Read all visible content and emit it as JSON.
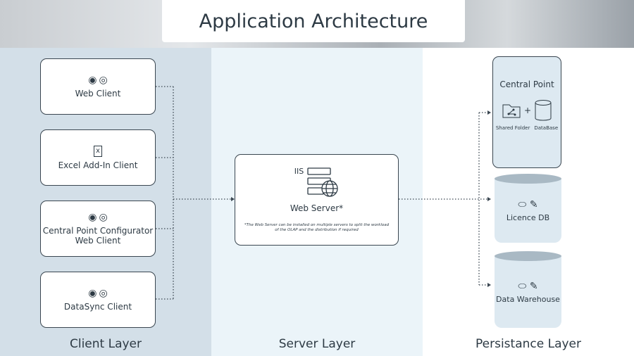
{
  "title": "Application Architecture",
  "layers": {
    "client": "Client Layer",
    "server": "Server Layer",
    "persistence": "Persistance Layer"
  },
  "clients": [
    {
      "label": "Web Client",
      "icons": [
        "chrome-icon",
        "edge-icon"
      ]
    },
    {
      "label": "Excel Add-In Client",
      "icons": [
        "excel-icon"
      ]
    },
    {
      "label": "Central Point Configurator Web Client",
      "icons": [
        "chrome-icon",
        "edge-icon"
      ]
    },
    {
      "label": "DataSync Client",
      "icons": [
        "chrome-icon",
        "edge-icon"
      ]
    }
  ],
  "server": {
    "iis": "IIS",
    "label": "Web Server*",
    "note": "*The Web Server can be installed on multiple servers to split the workload of the OLAP and the distribution if required"
  },
  "central_point": {
    "title": "Central Point",
    "shared_folder": "Shared Folder",
    "plus": "+",
    "database": "DataBase"
  },
  "licence_db": "Licence DB",
  "data_warehouse": "Data Warehouse",
  "colors": {
    "client_bg": "#d3dfe8",
    "server_bg": "#ebf4f9",
    "db_fill": "#dde9f1"
  }
}
